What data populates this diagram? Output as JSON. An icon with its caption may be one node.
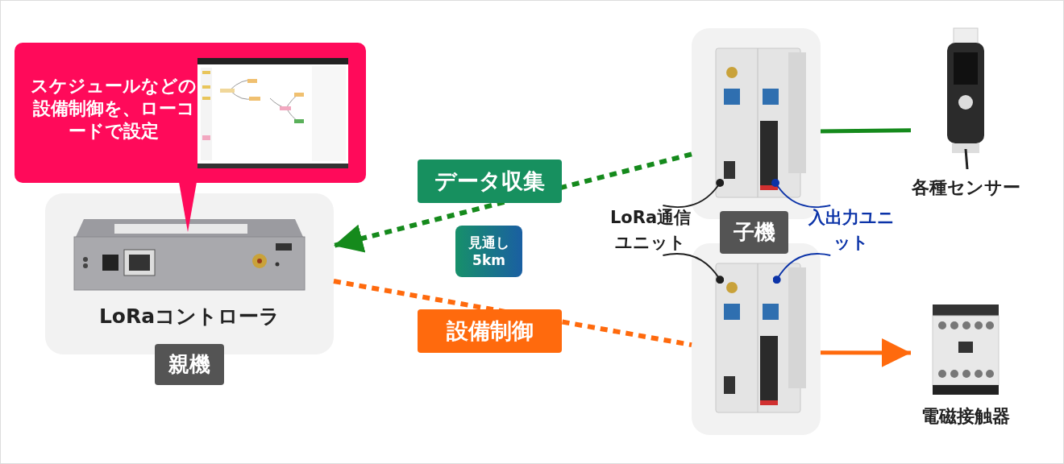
{
  "diagram": {
    "nodes": [
      {
        "text": [
          "スケジュールなどの設備制御を、ローコードで設定"
        ]
      },
      {
        "text": [
          "LoRaコントローラ"
        ]
      },
      {
        "text": [
          "親機"
        ]
      },
      {
        "text": [],
        "shape": "box"
      },
      {
        "text": [
          "各種センサー"
        ]
      },
      {
        "text": [
          "見通し5km"
        ]
      },
      {
        "text": [
          "LoRa通信ユニット"
        ]
      },
      {
        "text": [
          "子機"
        ]
      },
      {
        "text": [
          "入出力ユニット"
        ]
      },
      {
        "text": [],
        "shape": "box"
      },
      {
        "text": [
          "電磁接触器"
        ]
      }
    ],
    "edges": [
      {
        "from": 3,
        "to": 1,
        "arrow": "to",
        "style": "dashed",
        "color": "#158a1c",
        "label": "データ収集"
      },
      {
        "from": 1,
        "to": 9,
        "arrow": "none",
        "style": "dashed",
        "color": "#ff6a0d",
        "label": "設備制御"
      },
      {
        "from": 9,
        "to": 10,
        "arrow": "to",
        "style": "thick",
        "color": "#ff6a0d"
      },
      {
        "from": 3,
        "to": 4,
        "arrow": "none",
        "style": "thick",
        "color": "#158a1c"
      },
      {
        "from": 6,
        "to": 3,
        "arrow": "other",
        "color": "#1f1f1f"
      },
      {
        "from": 6,
        "to": 9,
        "arrow": "other",
        "color": "#1f1f1f"
      },
      {
        "from": 8,
        "to": 3,
        "arrow": "other",
        "color": "#0b33a8"
      },
      {
        "from": 8,
        "to": 9,
        "arrow": "other",
        "color": "#0b33a8"
      }
    ]
  }
}
